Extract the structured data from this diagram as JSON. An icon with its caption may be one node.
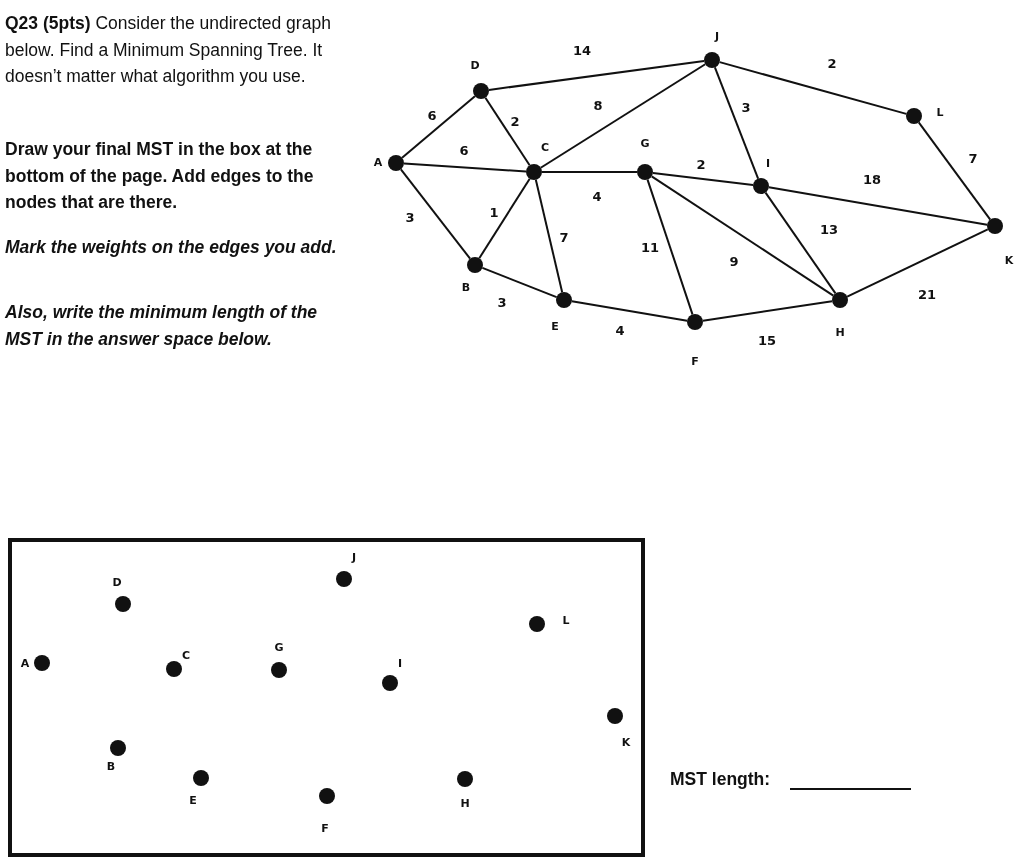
{
  "diagram": {
    "nodes": [
      {
        "text": [],
        "shape": "circle",
        "beside": [
          "A"
        ]
      },
      {
        "text": [],
        "shape": "circle",
        "beside": [
          "B"
        ]
      },
      {
        "text": [],
        "shape": "circle",
        "beside": [
          "C"
        ]
      },
      {
        "text": [],
        "shape": "circle",
        "beside": [
          "D"
        ]
      },
      {
        "text": [],
        "shape": "circle",
        "beside": [
          "E"
        ]
      },
      {
        "text": [],
        "shape": "circle",
        "beside": [
          "F"
        ]
      },
      {
        "text": [],
        "shape": "circle",
        "beside": [
          "G"
        ]
      },
      {
        "text": [],
        "shape": "circle",
        "beside": [
          "H"
        ]
      },
      {
        "text": [],
        "shape": "circle",
        "beside": [
          "I"
        ]
      },
      {
        "text": [],
        "shape": "circle",
        "beside": [
          "J"
        ]
      },
      {
        "text": [],
        "shape": "circle",
        "beside": [
          "K"
        ]
      },
      {
        "text": [],
        "shape": "circle",
        "beside": [
          "L"
        ]
      },
      {
        "text": [],
        "shape": "box"
      },
      {
        "text": [],
        "shape": "circle",
        "beside": [
          "A"
        ],
        "in": 12
      },
      {
        "text": [],
        "shape": "circle",
        "beside": [
          "B"
        ],
        "in": 12
      },
      {
        "text": [],
        "shape": "circle",
        "beside": [
          "C"
        ],
        "in": 12
      },
      {
        "text": [],
        "shape": "circle",
        "beside": [
          "D"
        ],
        "in": 12
      },
      {
        "text": [],
        "shape": "circle",
        "beside": [
          "E"
        ],
        "in": 12
      },
      {
        "text": [],
        "shape": "circle",
        "beside": [
          "F"
        ],
        "in": 12
      },
      {
        "text": [],
        "shape": "circle",
        "beside": [
          "G"
        ],
        "in": 12
      },
      {
        "text": [],
        "shape": "circle",
        "beside": [
          "H"
        ],
        "in": 12
      },
      {
        "text": [],
        "shape": "circle",
        "beside": [
          "I"
        ],
        "in": 12
      },
      {
        "text": [],
        "shape": "circle",
        "beside": [
          "J"
        ],
        "in": 12
      },
      {
        "text": [],
        "shape": "circle",
        "beside": [
          "K"
        ],
        "in": 12
      },
      {
        "text": [],
        "shape": "circle",
        "beside": [
          "L"
        ],
        "in": 12
      }
    ],
    "edges": [
      {
        "from": 0,
        "to": 3,
        "arrow": "none",
        "label": "6"
      },
      {
        "from": 0,
        "to": 2,
        "arrow": "none",
        "label": "6"
      },
      {
        "from": 0,
        "to": 1,
        "arrow": "none",
        "label": "3"
      },
      {
        "from": 3,
        "to": 2,
        "arrow": "none",
        "label": "2"
      },
      {
        "from": 3,
        "to": 9,
        "arrow": "none",
        "label": "14"
      },
      {
        "from": 2,
        "to": 9,
        "arrow": "none",
        "label": "8"
      },
      {
        "from": 2,
        "to": 1,
        "arrow": "none",
        "label": "1"
      },
      {
        "from": 2,
        "to": 6,
        "arrow": "none",
        "label": "4"
      },
      {
        "from": 2,
        "to": 4,
        "arrow": "none",
        "label": "7"
      },
      {
        "from": 1,
        "to": 4,
        "arrow": "none",
        "label": "3"
      },
      {
        "from": 4,
        "to": 5,
        "arrow": "none",
        "label": "4"
      },
      {
        "from": 6,
        "to": 8,
        "arrow": "none",
        "label": "2"
      },
      {
        "from": 6,
        "to": 7,
        "arrow": "none",
        "label": "9"
      },
      {
        "from": 6,
        "to": 5,
        "arrow": "none",
        "label": "11"
      },
      {
        "from": 9,
        "to": 8,
        "arrow": "none",
        "label": "3"
      },
      {
        "from": 9,
        "to": 11,
        "arrow": "none",
        "label": "2"
      },
      {
        "from": 8,
        "to": 10,
        "arrow": "none",
        "label": "18"
      },
      {
        "from": 8,
        "to": 7,
        "arrow": "none",
        "label": "13"
      },
      {
        "from": 5,
        "to": 7,
        "arrow": "none",
        "label": "15"
      },
      {
        "from": 7,
        "to": 10,
        "arrow": "none",
        "label": "21"
      },
      {
        "from": 11,
        "to": 10,
        "arrow": "none",
        "label": "7"
      }
    ],
    "labels": [
      "**Q23 (5pts)** Consider the undirected graph below. Find a Minimum Spanning Tree. It doesn’t matter what algorithm you use.",
      "Draw your final MST in the box at the bottom of the page. Add edges to the nodes that are there.",
      "Mark the weights on the edges you add.",
      "Also, write the minimum length of the MST in the answer space below.",
      "MST length:"
    ]
  }
}
